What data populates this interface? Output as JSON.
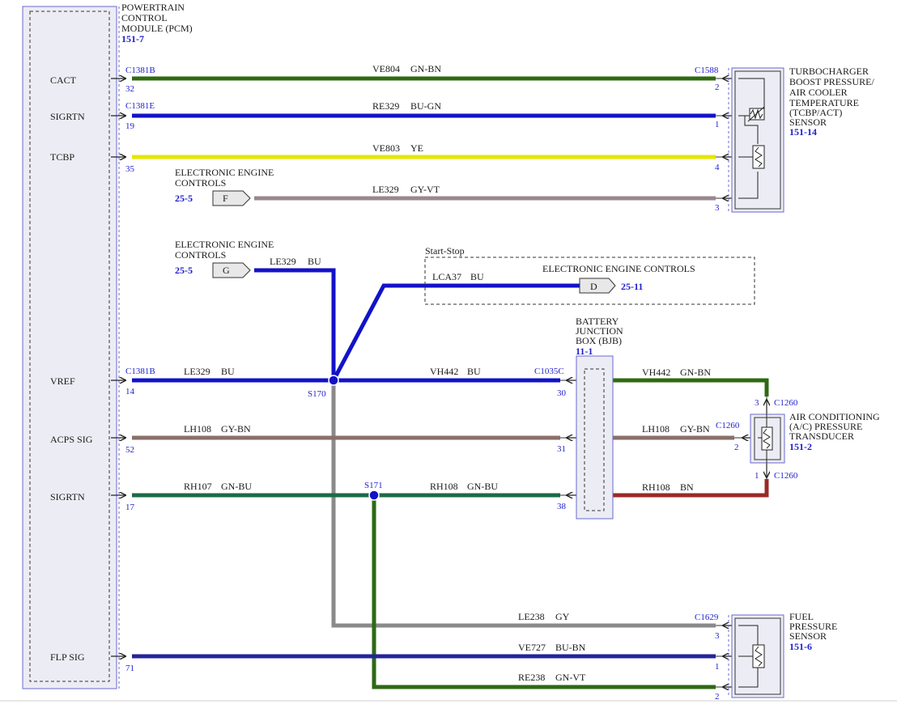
{
  "pcm": {
    "title_lines": [
      "POWERTRAIN",
      "CONTROL",
      "MODULE (PCM)"
    ],
    "ref": "151-7",
    "pins": {
      "cact": "CACT",
      "sigrtn1": "SIGRTN",
      "tcbp": "TCBP",
      "vref": "VREF",
      "acps": "ACPS SIG",
      "sigrtn2": "SIGRTN",
      "flp": "FLP SIG"
    }
  },
  "connectors": {
    "c1381b_top": "C1381B",
    "c1381e": "C1381E",
    "c1381b_vref": "C1381B",
    "c1588": "C1588",
    "c1035c": "C1035C",
    "c1260_top": "C1260",
    "c1260_mid": "C1260",
    "c1260_bot": "C1260",
    "c1629": "C1629"
  },
  "pin_numbers": {
    "p32": "32",
    "p19": "19",
    "p35": "35",
    "p14": "14",
    "p52": "52",
    "p17": "17",
    "p71": "71",
    "tcbp_2": "2",
    "tcbp_1": "1",
    "tcbp_4": "4",
    "tcbp_3": "3",
    "bjb_30": "30",
    "bjb_31": "31",
    "bjb_38": "38",
    "ac_3": "3",
    "ac_2": "2",
    "ac_1": "1",
    "fp_3": "3",
    "fp_1": "1",
    "fp_2": "2"
  },
  "wires": {
    "ve804": {
      "circuit": "VE804",
      "color": "GN-BN"
    },
    "re329": {
      "circuit": "RE329",
      "color": "BU-GN"
    },
    "ve803": {
      "circuit": "VE803",
      "color": "YE"
    },
    "le329_f": {
      "circuit": "LE329",
      "color": "GY-VT"
    },
    "le329_g": {
      "circuit": "LE329",
      "color": "BU"
    },
    "lca37": {
      "circuit": "LCA37",
      "color": "BU"
    },
    "le329_vref": {
      "circuit": "LE329",
      "color": "BU"
    },
    "vh442_a": {
      "circuit": "VH442",
      "color": "BU"
    },
    "vh442_b": {
      "circuit": "VH442",
      "color": "GN-BN"
    },
    "lh108_a": {
      "circuit": "LH108",
      "color": "GY-BN"
    },
    "lh108_b": {
      "circuit": "LH108",
      "color": "GY-BN"
    },
    "rh107": {
      "circuit": "RH107",
      "color": "GN-BU"
    },
    "rh108_a": {
      "circuit": "RH108",
      "color": "GN-BU"
    },
    "rh108_b": {
      "circuit": "RH108",
      "color": "BN"
    },
    "le238": {
      "circuit": "LE238",
      "color": "GY"
    },
    "ve727": {
      "circuit": "VE727",
      "color": "BU-BN"
    },
    "re238": {
      "circuit": "RE238",
      "color": "GN-VT"
    }
  },
  "splices": {
    "s170": "S170",
    "s171": "S171"
  },
  "refs": {
    "eec_f_lines": [
      "ELECTRONIC ENGINE",
      "CONTROLS"
    ],
    "eec_f_ref": "25-5",
    "eec_f_letter": "F",
    "eec_g_lines": [
      "ELECTRONIC ENGINE",
      "CONTROLS"
    ],
    "eec_g_ref": "25-5",
    "eec_g_letter": "G",
    "start_stop": "Start-Stop",
    "eec_d_label": "ELECTRONIC ENGINE CONTROLS",
    "eec_d_letter": "D",
    "eec_d_ref": "25-11"
  },
  "components": {
    "tcbp_lines": [
      "TURBOCHARGER",
      "BOOST PRESSURE/",
      "AIR COOLER",
      "TEMPERATURE",
      "(TCBP/ACT)",
      "SENSOR"
    ],
    "tcbp_ref": "151-14",
    "bjb_lines": [
      "BATTERY",
      "JUNCTION",
      "BOX (BJB)"
    ],
    "bjb_ref": "11-1",
    "ac_lines": [
      "AIR CONDITIONING",
      "(A/C) PRESSURE",
      "TRANSDUCER"
    ],
    "ac_ref": "151-2",
    "fp_lines": [
      "FUEL",
      "PRESSURE",
      "SENSOR"
    ],
    "fp_ref": "151-6"
  },
  "wire_colors": {
    "green_brown": "#2f6a12",
    "blue": "#1212c8",
    "yellow": "#e6e600",
    "gray_violet": "#9a8790",
    "gray_brown": "#8a6f6a",
    "green_blue": "#1c6a48",
    "brown": "#9a2a26",
    "gray": "#8a8a8a",
    "green_violet": "#2d6a14",
    "blue_brown": "#24249a"
  }
}
